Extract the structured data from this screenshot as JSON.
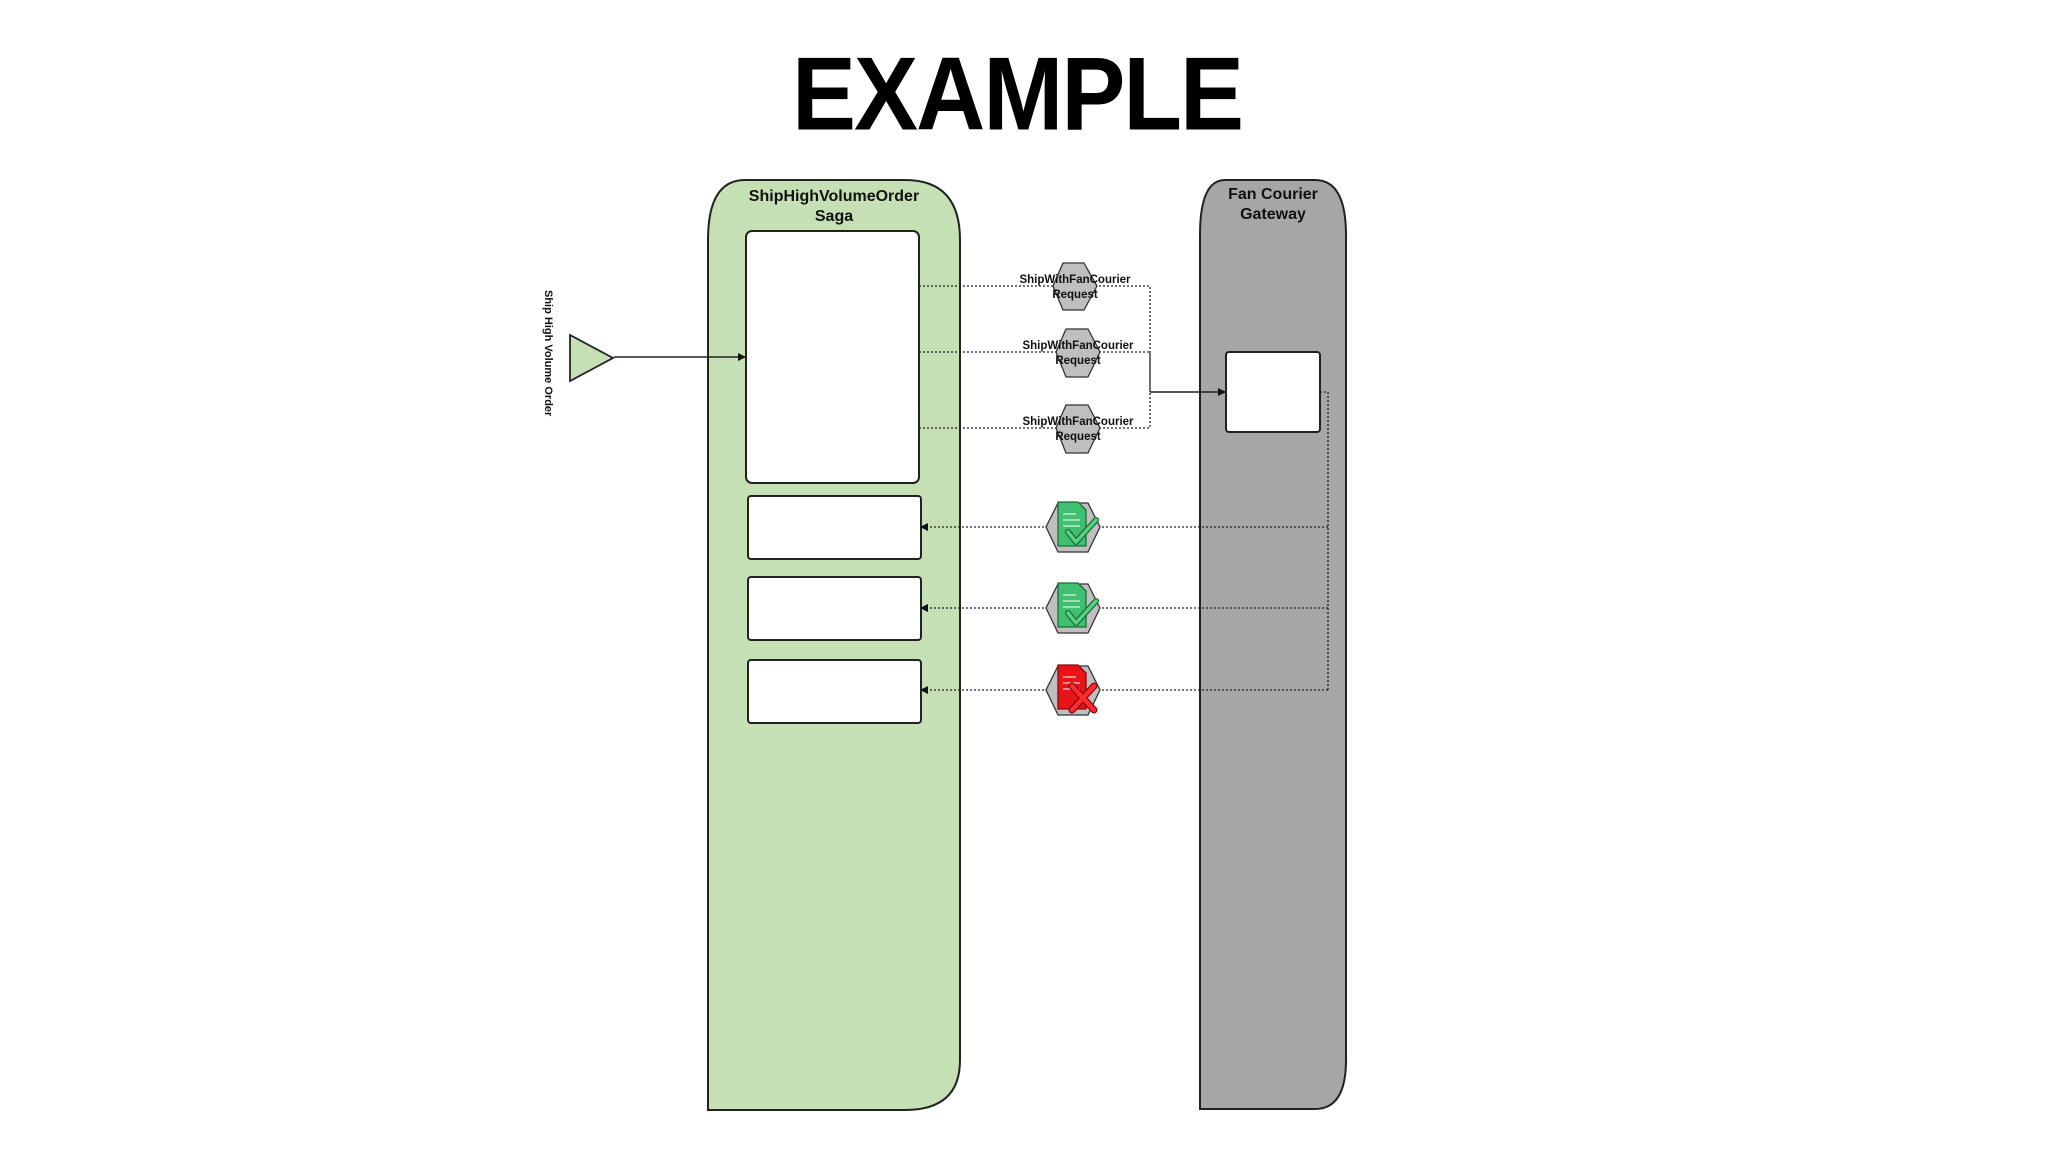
{
  "title": "EXAMPLE",
  "saga_lane": {
    "title_line1": "ShipHighVolumeOrder",
    "title_line2": "Saga",
    "fill": "#c5e0b4"
  },
  "gateway_lane": {
    "title_line1": "Fan Courier",
    "title_line2": "Gateway",
    "fill": "#a6a6a8"
  },
  "trigger": {
    "label": "Ship High Volume Order"
  },
  "requests": [
    {
      "line1": "ShipWithFanCourier",
      "line2": "Request"
    },
    {
      "line1": "ShipWithFanCourier",
      "line2": "Request"
    },
    {
      "line1": "ShipWithFanCourier",
      "line2": "Request"
    }
  ],
  "responses": [
    {
      "icon": "document-check-icon",
      "status": "success",
      "color": "#3fbf6f"
    },
    {
      "icon": "document-check-icon",
      "status": "success",
      "color": "#3fbf6f"
    },
    {
      "icon": "document-x-icon",
      "status": "failure",
      "color": "#e8141a"
    }
  ]
}
